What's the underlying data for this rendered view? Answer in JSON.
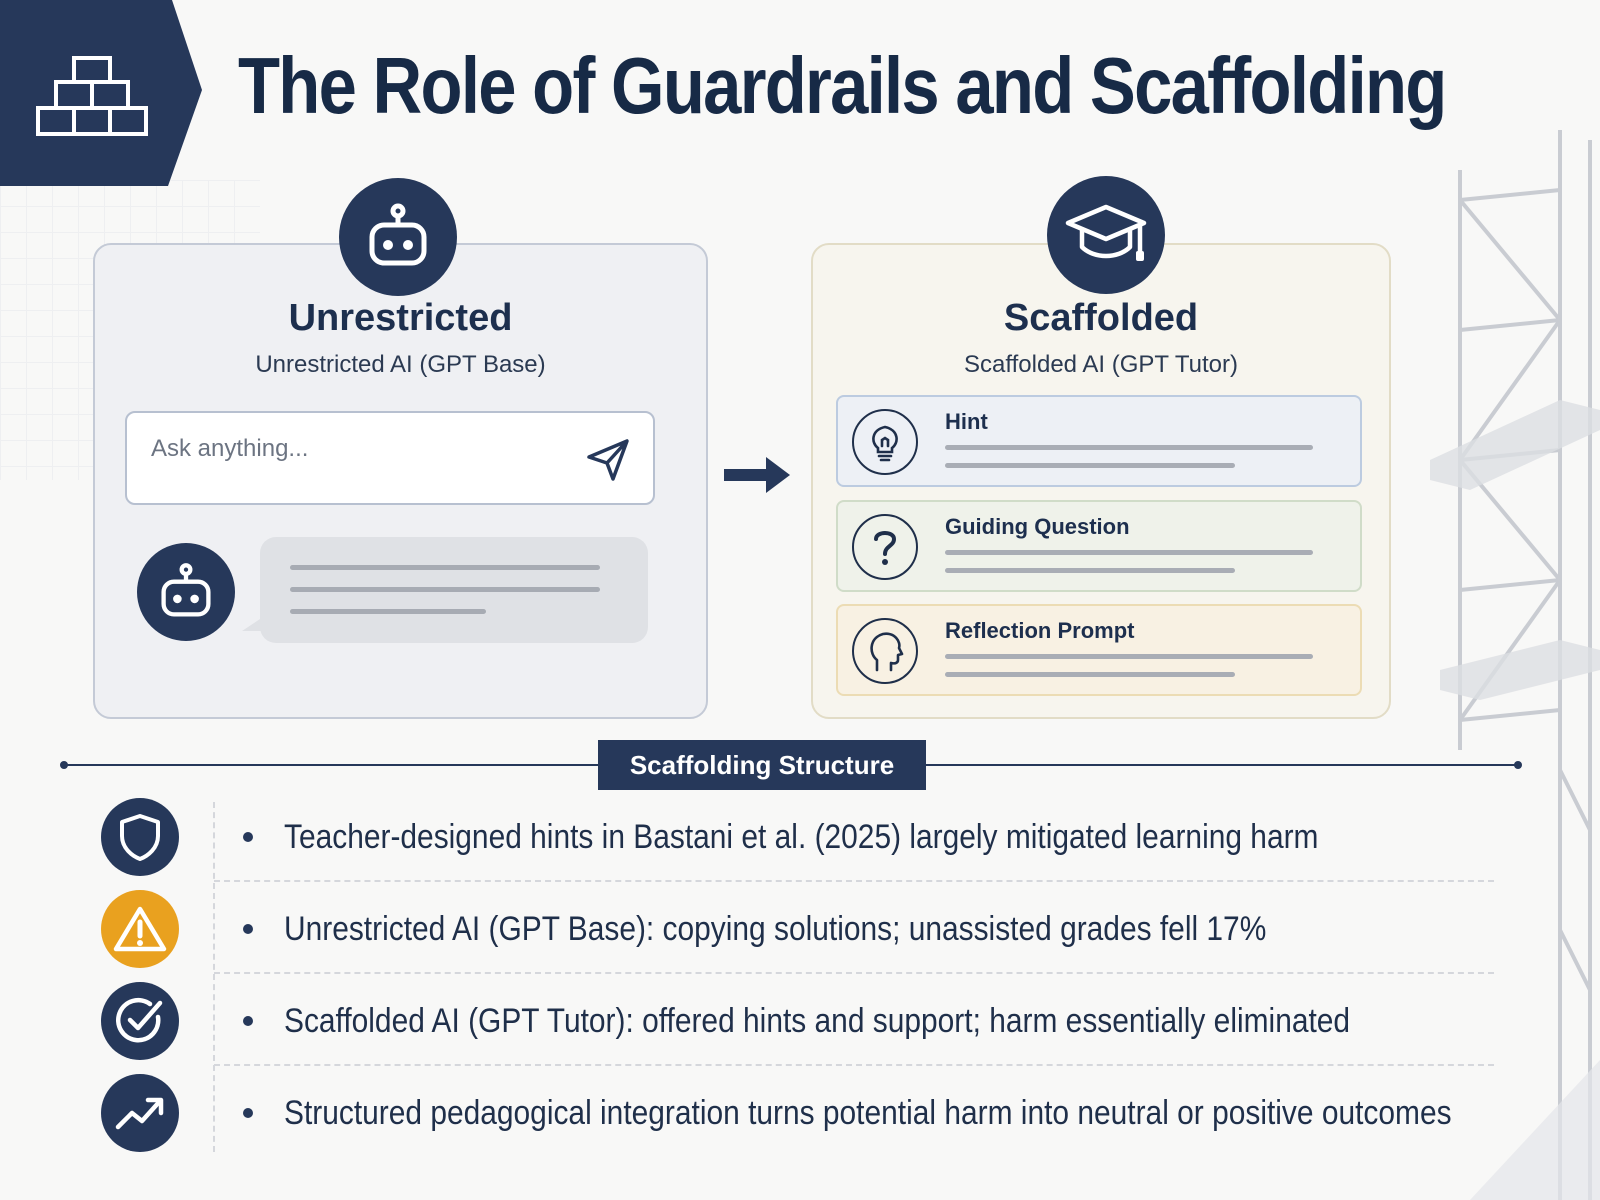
{
  "title": "The Role of Guardrails and Scaffolding",
  "left_panel": {
    "heading": "Unrestricted",
    "subtitle": "Unrestricted AI (GPT Base)",
    "input_placeholder": "Ask anything..."
  },
  "right_panel": {
    "heading": "Scaffolded",
    "subtitle": "Scaffolded AI (GPT Tutor)",
    "steps": [
      {
        "label": "Hint",
        "icon": "lightbulb-icon"
      },
      {
        "label": "Guiding Question",
        "icon": "question-icon"
      },
      {
        "label": "Reflection Prompt",
        "icon": "head-profile-icon"
      }
    ]
  },
  "section_label": "Scaffolding Structure",
  "points": [
    {
      "text": "Teacher-designed hints in Bastani et al. (2025) largely mitigated learning harm",
      "icon": "shield-icon",
      "color": "#26385a"
    },
    {
      "text": "Unrestricted AI (GPT Base): copying solutions; unassisted grades fell 17%",
      "icon": "warning-icon",
      "color": "#e9a11f"
    },
    {
      "text": "Scaffolded AI (GPT Tutor): offered hints and support; harm essentially eliminated",
      "icon": "check-circle-icon",
      "color": "#26385a"
    },
    {
      "text": "Structured pedagogical integration turns potential harm into neutral or positive outcomes",
      "icon": "trend-up-icon",
      "color": "#26385a"
    }
  ],
  "colors": {
    "navy": "#26385a",
    "warning": "#e9a11f",
    "background": "#f8f8f7"
  }
}
